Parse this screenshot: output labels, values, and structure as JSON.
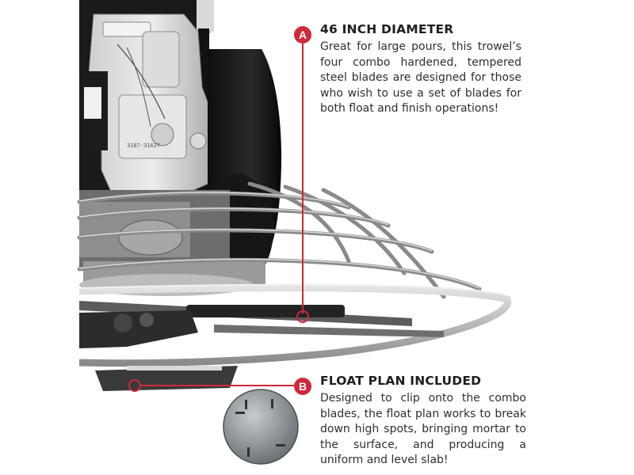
{
  "colors": {
    "accent": "#d1283a",
    "text": "#2f2f2f",
    "heading": "#1e1e1e"
  },
  "callouts": [
    {
      "marker": "A",
      "title": "46 INCH DIAMETER",
      "body": "Great for large pours, this trowel’s four combo hardened, tempered steel blades are designed for those who wish to use a set of blades for both float and finish operations!"
    },
    {
      "marker": "B",
      "title": "FLOAT PLAN INCLUDED",
      "body": "Designed to clip onto the combo blades, the float plan works to break down high spots, bringing mortar to the surface, and producing a uniform and level slab!"
    }
  ],
  "engine_label": "3187-31627"
}
